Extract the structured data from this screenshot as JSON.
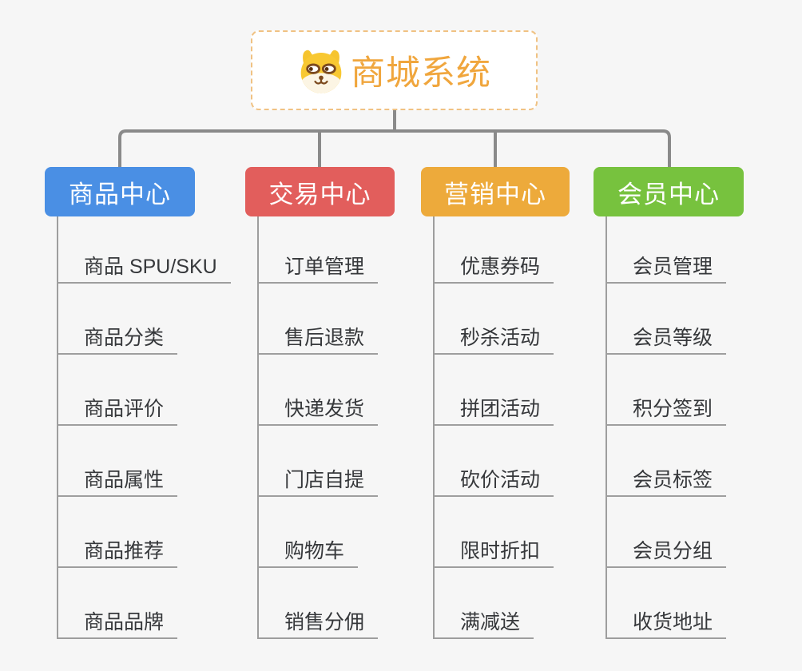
{
  "root": {
    "title": "商城系统",
    "icon": "dog-face-icon",
    "accent_color": "#F0A63D",
    "border_color": "#F0C283"
  },
  "connector_color": "#8A8A8A",
  "leaf_line_color": "#9E9E9E",
  "branches": [
    {
      "label": "商品中心",
      "color": "#4A8FE4",
      "items": [
        "商品 SPU/SKU",
        "商品分类",
        "商品评价",
        "商品属性",
        "商品推荐",
        "商品品牌"
      ]
    },
    {
      "label": "交易中心",
      "color": "#E25E5C",
      "items": [
        "订单管理",
        "售后退款",
        "快递发货",
        "门店自提",
        "购物车",
        "销售分佣"
      ]
    },
    {
      "label": "营销中心",
      "color": "#EDAA3B",
      "items": [
        "优惠券码",
        "秒杀活动",
        "拼团活动",
        "砍价活动",
        "限时折扣",
        "满减送"
      ]
    },
    {
      "label": "会员中心",
      "color": "#77C23E",
      "items": [
        "会员管理",
        "会员等级",
        "积分签到",
        "会员标签",
        "会员分组",
        "收货地址"
      ]
    }
  ]
}
